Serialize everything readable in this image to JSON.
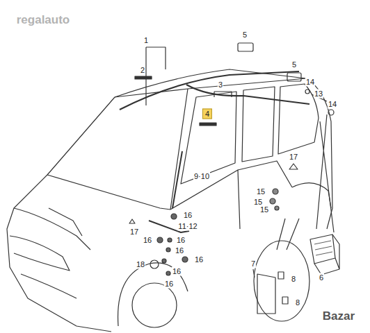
{
  "diagram": {
    "labels": [
      "regalauto",
      "1",
      "2",
      "5",
      "3",
      "4",
      "5",
      "14",
      "13",
      "14",
      "17",
      "9·10",
      "16",
      "11·12",
      "16",
      "16",
      "16",
      "16",
      "16",
      "16",
      "15",
      "15",
      "15",
      "17",
      "18",
      "6",
      "7",
      "8",
      "8",
      "Bazar"
    ]
  }
}
